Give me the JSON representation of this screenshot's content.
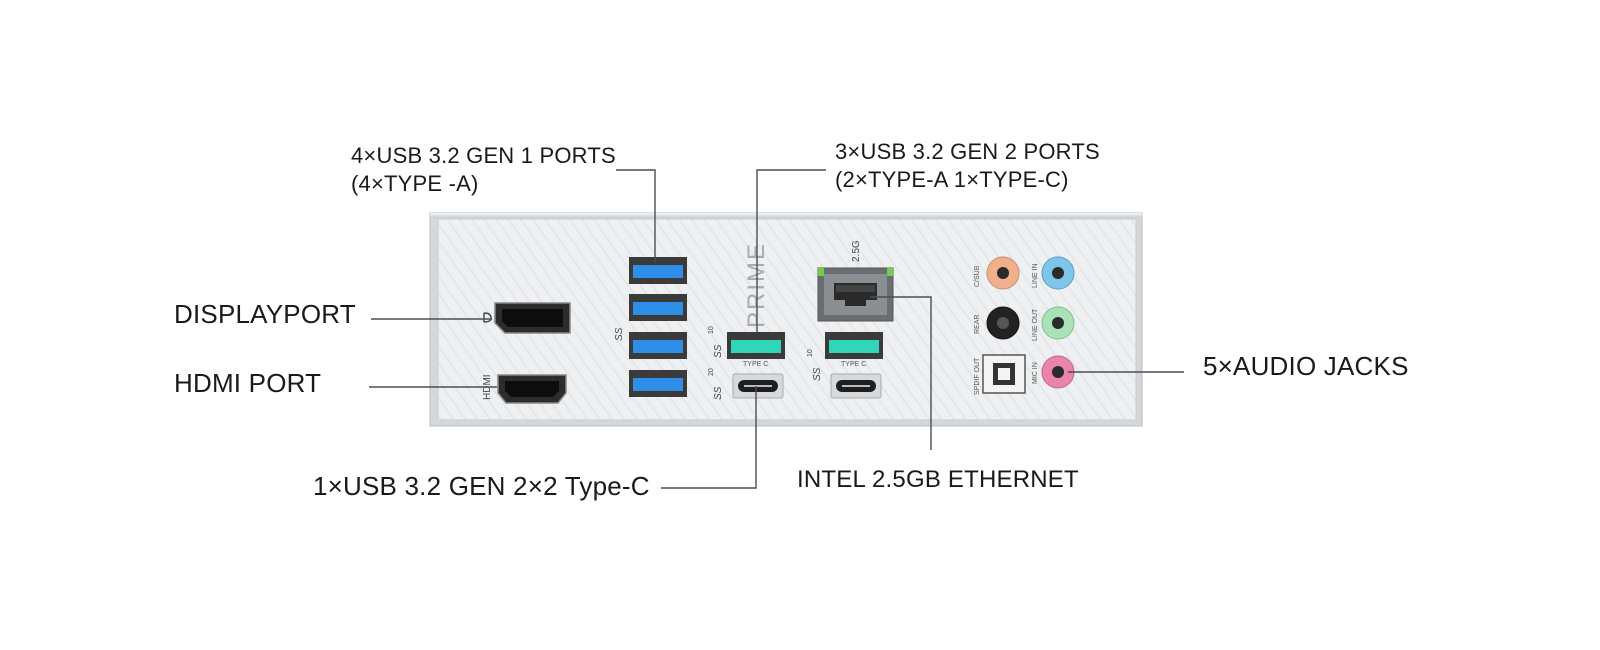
{
  "callouts": {
    "usb_gen1": {
      "line1": "4×USB 3.2 GEN 1 PORTS",
      "line2": "(4×TYPE -A)"
    },
    "usb_gen2": {
      "line1": "3×USB 3.2 GEN 2 PORTS",
      "line2": "(2×TYPE-A 1×TYPE-C)"
    },
    "displayport": "DISPLAYPORT",
    "hdmi": "HDMI PORT",
    "audio": "5×AUDIO JACKS",
    "usb_2x2": "1×USB 3.2 GEN 2×2 Type-C",
    "ethernet": "INTEL 2.5GB ETHERNET"
  },
  "panel": {
    "brand": "PRIME",
    "lan_speed": "2.5G",
    "hdmi_mark": "HDMI",
    "type_c_mark_1": "TYPE C",
    "type_c_mark_2": "TYPE C",
    "ss_mark": "SS",
    "gen2_mark": "10",
    "gen2x2_mark": "20",
    "audio_labels": {
      "csub": "C/SUB",
      "line_in": "LINE IN",
      "rear": "REAR",
      "line_out": "LINE OUT",
      "spdif": "SPDIF OUT",
      "mic_in": "MIC IN"
    }
  },
  "colors": {
    "usb_gen1": "#2f8fe8",
    "usb_gen2": "#2fd6b8",
    "audio_csub": "#f0b08c",
    "audio_line_in": "#7fc4ea",
    "audio_rear": "#222222",
    "audio_line_out": "#a9e2b6",
    "audio_mic": "#ea84ad"
  }
}
